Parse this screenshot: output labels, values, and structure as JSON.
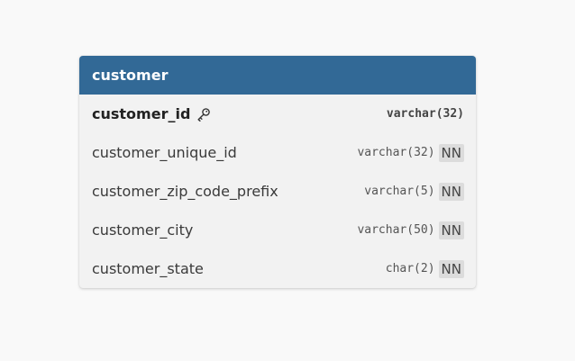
{
  "table": {
    "name": "customer",
    "columns": [
      {
        "name": "customer_id",
        "type": "varchar(32)",
        "primary_key": true,
        "not_null_label": ""
      },
      {
        "name": "customer_unique_id",
        "type": "varchar(32)",
        "primary_key": false,
        "not_null_label": "NN"
      },
      {
        "name": "customer_zip_code_prefix",
        "type": "varchar(5)",
        "primary_key": false,
        "not_null_label": "NN"
      },
      {
        "name": "customer_city",
        "type": "varchar(50)",
        "primary_key": false,
        "not_null_label": "NN"
      },
      {
        "name": "customer_state",
        "type": "char(2)",
        "primary_key": false,
        "not_null_label": "NN"
      }
    ]
  },
  "colors": {
    "header_bg": "#326996",
    "header_text": "#ffffff",
    "card_bg": "#f2f2f2",
    "badge_bg": "#dcdcdc"
  },
  "icons": {
    "primary_key": "key-icon"
  }
}
